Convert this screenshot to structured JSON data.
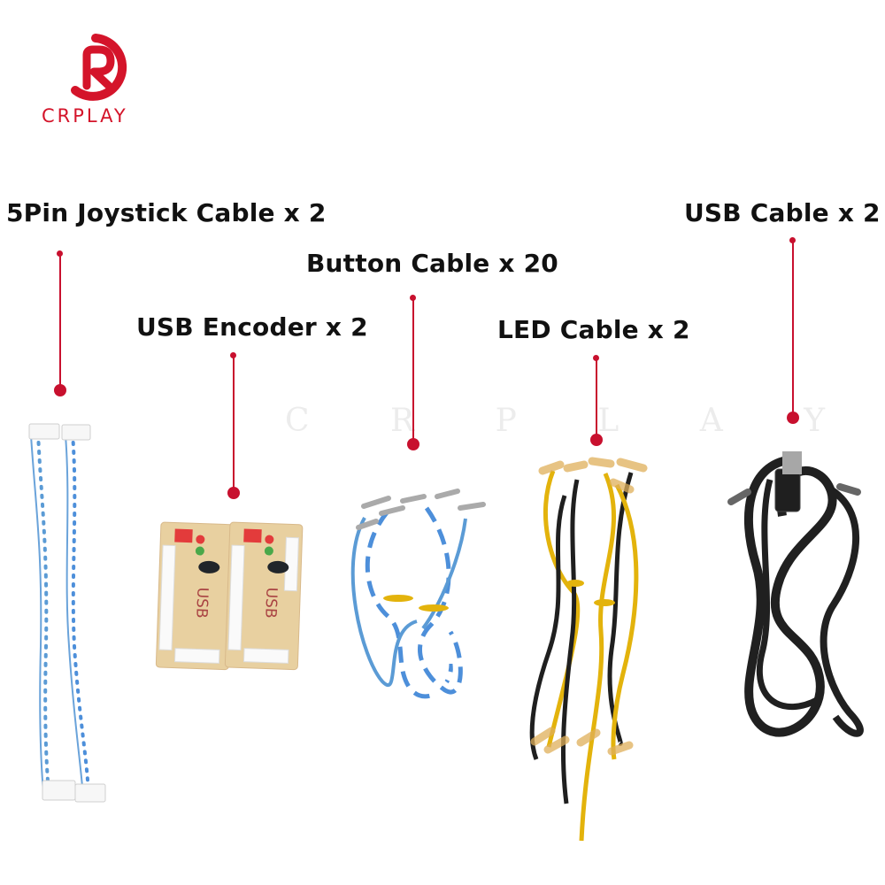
{
  "brand": {
    "name": "CRPLAY",
    "color": "#d4142a",
    "logo_icon": "circular-r-logo-icon"
  },
  "watermark": {
    "letters": [
      "C",
      "R",
      "P",
      "L",
      "A",
      "Y"
    ]
  },
  "accent": {
    "leader_color": "#c8102e"
  },
  "products": {
    "joystick_cable": "5Pin Joystick Cable x 2",
    "usb_encoder": "USB Encoder x 2",
    "button_cable": "Button Cable x 20",
    "led_cable": "LED Cable x 2",
    "usb_cable": "USB Cable x 2"
  },
  "encoder_board": {
    "printed_text": "USB"
  },
  "colors": {
    "joystick_cable": "#5b9bd5",
    "button_cable": "#4d8fda",
    "led_cable": "#e3b30c",
    "usb_cable": "#202020",
    "pcb": "#e8d0a0",
    "header": "#e33b3b"
  }
}
